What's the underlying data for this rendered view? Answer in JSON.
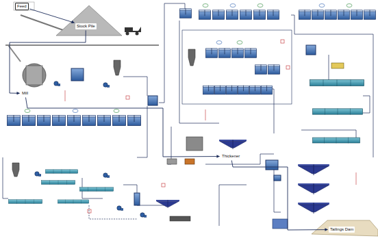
{
  "diagram": {
    "nodes": [
      {
        "text": [
          "Feed"
        ]
      },
      {
        "text": [
          "Stock Pile"
        ]
      },
      {
        "text": [
          "Mill"
        ]
      },
      {
        "text": [
          "Thickener"
        ]
      },
      {
        "text": [
          "Tailings Dam"
        ]
      }
    ],
    "edges": [
      {
        "from": 0,
        "to": 1,
        "arrow": "to"
      },
      {
        "from": 1,
        "to": 2,
        "arrow": "to"
      },
      {
        "from": 2,
        "to": 3,
        "arrow": "to"
      },
      {
        "from": 3,
        "to": 4,
        "arrow": "to"
      }
    ]
  }
}
